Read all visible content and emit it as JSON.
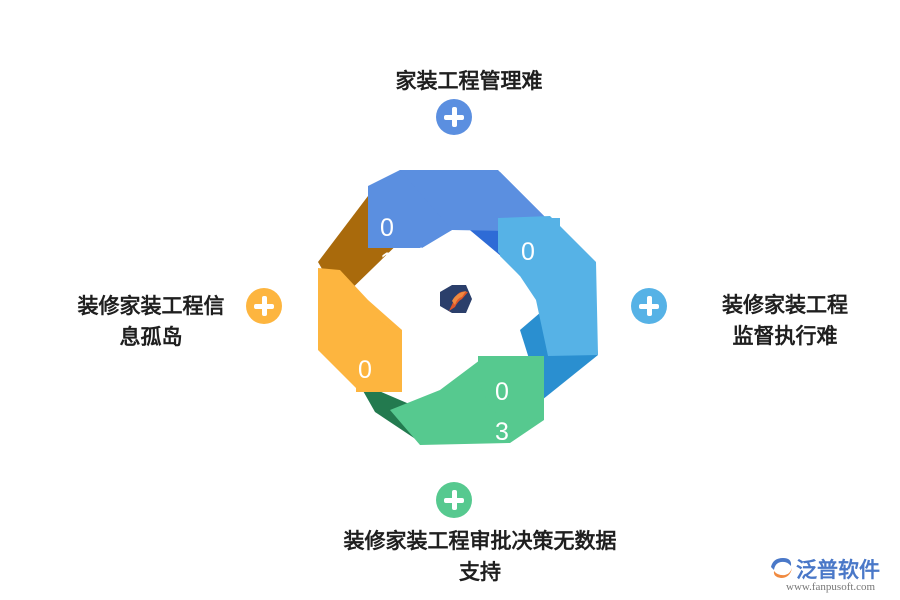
{
  "labels": {
    "top": "家装工程管理难",
    "right": "装修家装工程\n监督执行难",
    "bottom": "装修家装工程审批决策无数据\n支持",
    "left": "装修家装工程信\n息孤岛"
  },
  "numbers": {
    "n1_top": "0",
    "n1_bottom": "1",
    "n2": "0",
    "n3_top": "0",
    "n3_bottom": "3",
    "n4": "0"
  },
  "colors": {
    "blue": "#5b8fe0",
    "blue_dark": "#2e6bd6",
    "sky": "#56b2e6",
    "sky_dark": "#2a8fd0",
    "green": "#56c98f",
    "green_dark": "#237a4f",
    "orange": "#fdb53f",
    "orange_dark": "#a96a0c"
  },
  "icons": {
    "plus": "plus-circle-icon",
    "center": "fanpu-logo-icon"
  },
  "watermark": {
    "brand": "泛普软件",
    "url": "www.fanpusoft.com"
  }
}
